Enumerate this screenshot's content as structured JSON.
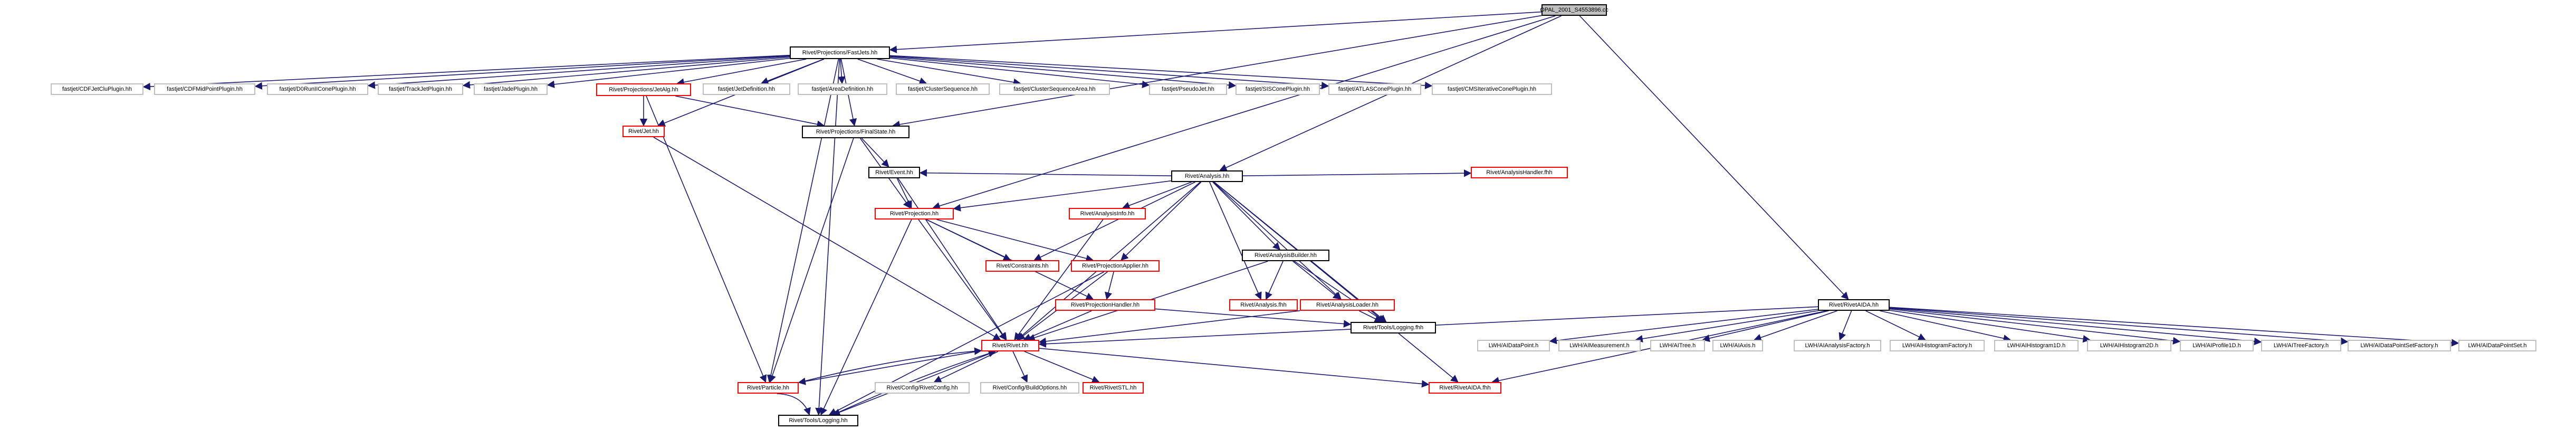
{
  "graph": {
    "nodes": [
      {
        "id": "root",
        "label": "OPAL_2001_S4553896.cc",
        "style": "root"
      },
      {
        "id": "fastjets",
        "label": "Rivet/Projections/FastJets.hh",
        "style": "black"
      },
      {
        "id": "cdfjetclu",
        "label": "fastjet/CDFJetCluPlugin.hh",
        "style": "gray"
      },
      {
        "id": "cdfmidpoint",
        "label": "fastjet/CDFMidPointPlugin.hh",
        "style": "gray"
      },
      {
        "id": "d0runii",
        "label": "fastjet/D0RunIIConePlugin.hh",
        "style": "gray"
      },
      {
        "id": "trackjet",
        "label": "fastjet/TrackJetPlugin.hh",
        "style": "gray"
      },
      {
        "id": "jade",
        "label": "fastjet/JadePlugin.hh",
        "style": "gray"
      },
      {
        "id": "jetalg",
        "label": "Rivet/Projections/JetAlg.hh",
        "style": "red"
      },
      {
        "id": "jetdef",
        "label": "fastjet/JetDefinition.hh",
        "style": "gray"
      },
      {
        "id": "areadef",
        "label": "fastjet/AreaDefinition.hh",
        "style": "gray"
      },
      {
        "id": "clusterseq",
        "label": "fastjet/ClusterSequence.hh",
        "style": "gray"
      },
      {
        "id": "clusterseqarea",
        "label": "fastjet/ClusterSequenceArea.hh",
        "style": "gray"
      },
      {
        "id": "pseudojet",
        "label": "fastjet/PseudoJet.hh",
        "style": "gray"
      },
      {
        "id": "siscone",
        "label": "fastjet/SISConePlugin.hh",
        "style": "gray"
      },
      {
        "id": "atlascone",
        "label": "fastjet/ATLASConePlugin.hh",
        "style": "gray"
      },
      {
        "id": "cmsiterative",
        "label": "fastjet/CMSIterativeConePlugin.hh",
        "style": "gray"
      },
      {
        "id": "jet",
        "label": "Rivet/Jet.hh",
        "style": "red"
      },
      {
        "id": "finalstate",
        "label": "Rivet/Projections/FinalState.hh",
        "style": "black"
      },
      {
        "id": "analysis",
        "label": "Rivet/Analysis.hh",
        "style": "black"
      },
      {
        "id": "event",
        "label": "Rivet/Event.hh",
        "style": "black"
      },
      {
        "id": "analysishandler",
        "label": "Rivet/AnalysisHandler.fhh",
        "style": "red"
      },
      {
        "id": "projection",
        "label": "Rivet/Projection.hh",
        "style": "red"
      },
      {
        "id": "analysisinfo",
        "label": "Rivet/AnalysisInfo.hh",
        "style": "red"
      },
      {
        "id": "constraints",
        "label": "Rivet/Constraints.hh",
        "style": "red"
      },
      {
        "id": "projapplier",
        "label": "Rivet/ProjectionApplier.hh",
        "style": "red"
      },
      {
        "id": "analysisbuilder",
        "label": "Rivet/AnalysisBuilder.hh",
        "style": "black"
      },
      {
        "id": "projhandler",
        "label": "Rivet/ProjectionHandler.hh",
        "style": "red"
      },
      {
        "id": "analysisfhh",
        "label": "Rivet/Analysis.fhh",
        "style": "red"
      },
      {
        "id": "analysisloader",
        "label": "Rivet/AnalysisLoader.hh",
        "style": "red"
      },
      {
        "id": "toolslogfhh",
        "label": "Rivet/Tools/Logging.fhh",
        "style": "black"
      },
      {
        "id": "rivetaida",
        "label": "Rivet/RivetAIDA.hh",
        "style": "black"
      },
      {
        "id": "rivet",
        "label": "Rivet/Rivet.hh",
        "style": "red"
      },
      {
        "id": "particle",
        "label": "Rivet/Particle.hh",
        "style": "red"
      },
      {
        "id": "rivetconfig",
        "label": "Rivet/Config/RivetConfig.hh",
        "style": "gray"
      },
      {
        "id": "buildoptions",
        "label": "Rivet/Config/BuildOptions.hh",
        "style": "gray"
      },
      {
        "id": "rivetstl",
        "label": "Rivet/RivetSTL.hh",
        "style": "red"
      },
      {
        "id": "rivetaidafhh",
        "label": "Rivet/RivetAIDA.fhh",
        "style": "red"
      },
      {
        "id": "toolsloghh",
        "label": "Rivet/Tools/Logging.hh",
        "style": "black"
      },
      {
        "id": "idatapoint",
        "label": "LWH/AIDataPoint.h",
        "style": "gray"
      },
      {
        "id": "imeasurement",
        "label": "LWH/AIMeasurement.h",
        "style": "gray"
      },
      {
        "id": "itree",
        "label": "LWH/AITree.h",
        "style": "gray"
      },
      {
        "id": "iaxis",
        "label": "LWH/AIAxis.h",
        "style": "gray"
      },
      {
        "id": "ianalysisfactory",
        "label": "LWH/AIAnalysisFactory.h",
        "style": "gray"
      },
      {
        "id": "ihistofactory",
        "label": "LWH/AIHistogramFactory.h",
        "style": "gray"
      },
      {
        "id": "ihisto1d",
        "label": "LWH/AIHistogram1D.h",
        "style": "gray"
      },
      {
        "id": "ihisto2d",
        "label": "LWH/AIHistogram2D.h",
        "style": "gray"
      },
      {
        "id": "iprofile1d",
        "label": "LWH/AIProfile1D.h",
        "style": "gray"
      },
      {
        "id": "itreefactory",
        "label": "LWH/AITreeFactory.h",
        "style": "gray"
      },
      {
        "id": "idpsfactory",
        "label": "LWH/AIDataPointSetFactory.h",
        "style": "gray"
      },
      {
        "id": "idatapointset",
        "label": "LWH/AIDataPointSet.h",
        "style": "gray"
      }
    ],
    "edges": [
      [
        "root",
        "fastjets"
      ],
      [
        "root",
        "finalstate"
      ],
      [
        "root",
        "analysis"
      ],
      [
        "root",
        "projection"
      ],
      [
        "root",
        "rivetaida"
      ],
      [
        "fastjets",
        "cdfjetclu"
      ],
      [
        "fastjets",
        "cdfmidpoint"
      ],
      [
        "fastjets",
        "d0runii"
      ],
      [
        "fastjets",
        "trackjet"
      ],
      [
        "fastjets",
        "jade"
      ],
      [
        "fastjets",
        "jetalg"
      ],
      [
        "fastjets",
        "jetdef"
      ],
      [
        "fastjets",
        "areadef"
      ],
      [
        "fastjets",
        "clusterseq"
      ],
      [
        "fastjets",
        "clusterseqarea"
      ],
      [
        "fastjets",
        "pseudojet"
      ],
      [
        "fastjets",
        "siscone"
      ],
      [
        "fastjets",
        "atlascone"
      ],
      [
        "fastjets",
        "cmsiterative"
      ],
      [
        "fastjets",
        "jet"
      ],
      [
        "fastjets",
        "particle"
      ],
      [
        "fastjets",
        "finalstate"
      ],
      [
        "fastjets",
        "toolsloghh"
      ],
      [
        "jetalg",
        "jet"
      ],
      [
        "jetalg",
        "finalstate"
      ],
      [
        "jetalg",
        "particle"
      ],
      [
        "jet",
        "rivet"
      ],
      [
        "finalstate",
        "event"
      ],
      [
        "finalstate",
        "projection"
      ],
      [
        "finalstate",
        "particle"
      ],
      [
        "analysis",
        "event"
      ],
      [
        "analysis",
        "analysishandler"
      ],
      [
        "analysis",
        "projection"
      ],
      [
        "analysis",
        "analysisinfo"
      ],
      [
        "analysis",
        "constraints"
      ],
      [
        "analysis",
        "projapplier"
      ],
      [
        "analysis",
        "analysisbuilder"
      ],
      [
        "analysis",
        "analysisfhh"
      ],
      [
        "analysis",
        "analysisloader"
      ],
      [
        "analysis",
        "toolslogfhh"
      ],
      [
        "analysis",
        "rivetaidafhh"
      ],
      [
        "analysis",
        "rivet"
      ],
      [
        "event",
        "projection"
      ],
      [
        "event",
        "rivet"
      ],
      [
        "projection",
        "constraints"
      ],
      [
        "projection",
        "projapplier"
      ],
      [
        "projection",
        "projhandler"
      ],
      [
        "projection",
        "rivet"
      ],
      [
        "projection",
        "toolsloghh"
      ],
      [
        "analysisinfo",
        "rivet"
      ],
      [
        "projapplier",
        "projhandler"
      ],
      [
        "projapplier",
        "rivet"
      ],
      [
        "projapplier",
        "toolsloghh"
      ],
      [
        "analysisbuilder",
        "analysisfhh"
      ],
      [
        "analysisbuilder",
        "analysisloader"
      ],
      [
        "analysisbuilder",
        "rivet"
      ],
      [
        "analysisbuilder",
        "toolslogfhh"
      ],
      [
        "projhandler",
        "rivet"
      ],
      [
        "projhandler",
        "toolslogfhh"
      ],
      [
        "analysisloader",
        "rivet"
      ],
      [
        "analysisloader",
        "toolslogfhh"
      ],
      [
        "rivetaida",
        "rivet"
      ],
      [
        "rivetaida",
        "rivetaidafhh"
      ],
      [
        "rivetaida",
        "idatapoint"
      ],
      [
        "rivetaida",
        "imeasurement"
      ],
      [
        "rivetaida",
        "itree"
      ],
      [
        "rivetaida",
        "iaxis"
      ],
      [
        "rivetaida",
        "ianalysisfactory"
      ],
      [
        "rivetaida",
        "ihistofactory"
      ],
      [
        "rivetaida",
        "ihisto1d"
      ],
      [
        "rivetaida",
        "ihisto2d"
      ],
      [
        "rivetaida",
        "iprofile1d"
      ],
      [
        "rivetaida",
        "itreefactory"
      ],
      [
        "rivetaida",
        "idpsfactory"
      ],
      [
        "rivetaida",
        "idatapointset"
      ],
      [
        "rivet",
        "particle"
      ],
      [
        "rivet",
        "rivetconfig"
      ],
      [
        "rivet",
        "buildoptions"
      ],
      [
        "rivet",
        "rivetstl"
      ],
      [
        "rivet",
        "rivetaidafhh"
      ],
      [
        "rivet",
        "toolsloghh"
      ],
      [
        "particle",
        "rivet"
      ],
      [
        "particle",
        "toolsloghh"
      ],
      [
        "toolsloghh",
        "rivet"
      ]
    ],
    "colors": {
      "gray": "#bfbfbf",
      "black": "#000000",
      "red": "#ff0000",
      "edge": "#191970",
      "root_fill": "#bfbfbf"
    }
  }
}
